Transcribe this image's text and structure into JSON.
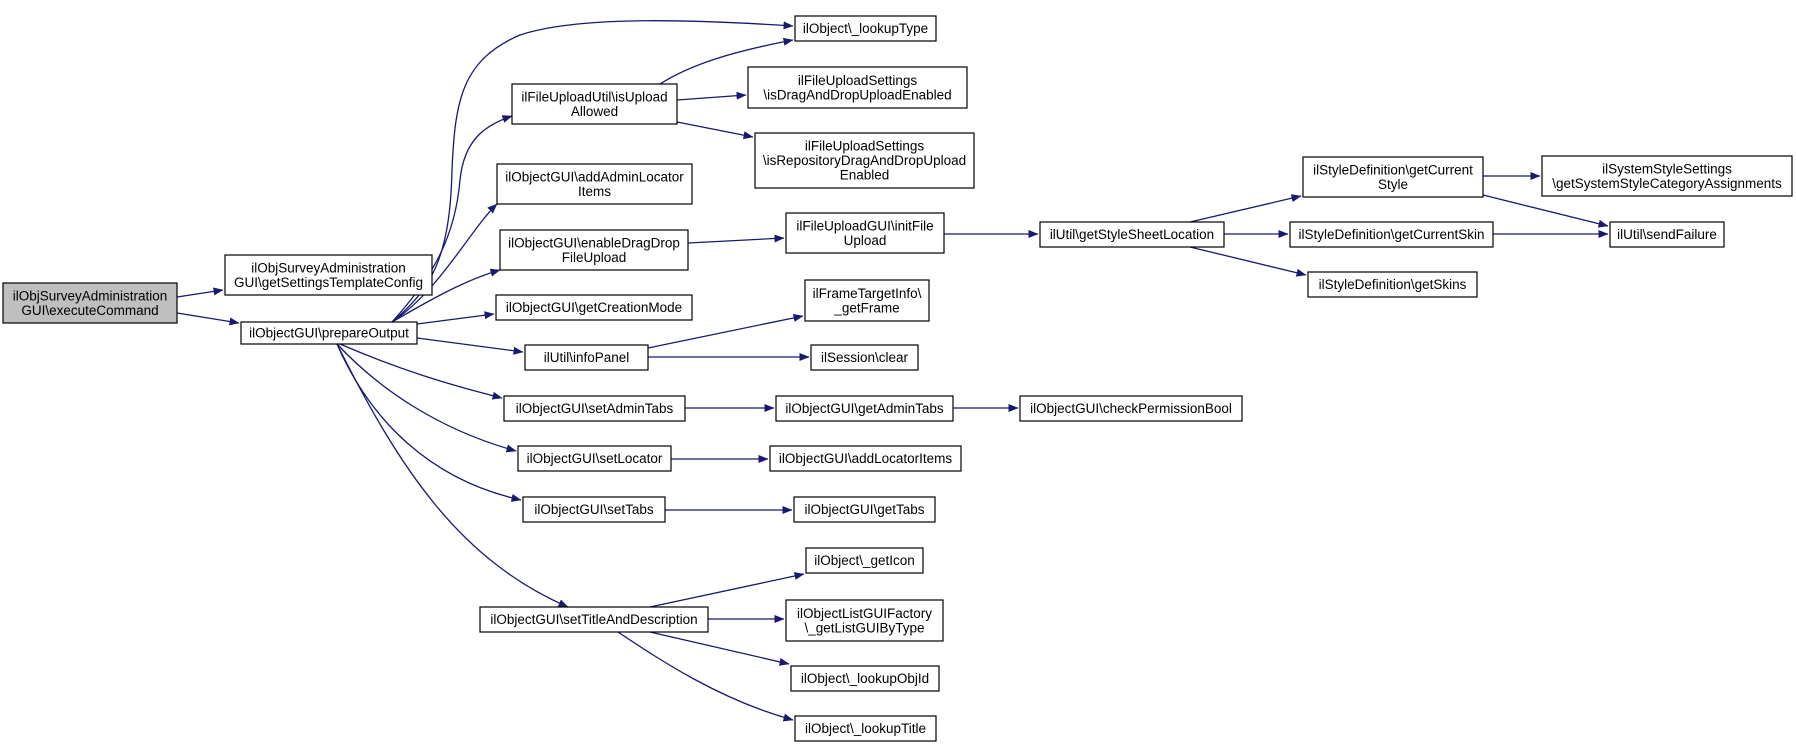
{
  "diagram": {
    "colors": {
      "edge": "#191970",
      "node_border": "#000000",
      "root_fill": "#bfbfbf",
      "node_fill": "#ffffff"
    },
    "nodes": [
      {
        "id": "root",
        "lines": [
          "ilObjSurveyAdministration",
          "GUI\\executeCommand"
        ],
        "root": true
      },
      {
        "id": "settingsTpl",
        "lines": [
          "ilObjSurveyAdministration",
          "GUI\\getSettingsTemplateConfig"
        ]
      },
      {
        "id": "prepareOutput",
        "lines": [
          "ilObjectGUI\\prepareOutput"
        ]
      },
      {
        "id": "lookupType",
        "lines": [
          "ilObject\\_lookupType"
        ]
      },
      {
        "id": "isUploadAllowed",
        "lines": [
          "ilFileUploadUtil\\isUpload",
          "Allowed"
        ]
      },
      {
        "id": "isDragDropEnabled",
        "lines": [
          "ilFileUploadSettings",
          "\\isDragAndDropUploadEnabled"
        ]
      },
      {
        "id": "isRepoDragDrop",
        "lines": [
          "ilFileUploadSettings",
          "\\isRepositoryDragAndDropUpload",
          "Enabled"
        ]
      },
      {
        "id": "addAdminLocator",
        "lines": [
          "ilObjectGUI\\addAdminLocator",
          "Items"
        ]
      },
      {
        "id": "enableDragDrop",
        "lines": [
          "ilObjectGUI\\enableDragDrop",
          "FileUpload"
        ]
      },
      {
        "id": "initFileUpload",
        "lines": [
          "ilFileUploadGUI\\initFile",
          "Upload"
        ]
      },
      {
        "id": "getStyleSheet",
        "lines": [
          "ilUtil\\getStyleSheetLocation"
        ]
      },
      {
        "id": "getCurrentStyle",
        "lines": [
          "ilStyleDefinition\\getCurrent",
          "Style"
        ]
      },
      {
        "id": "getSysStyleCat",
        "lines": [
          "ilSystemStyleSettings",
          "\\getSystemStyleCategoryAssignments"
        ]
      },
      {
        "id": "getCurrentSkin",
        "lines": [
          "ilStyleDefinition\\getCurrentSkin"
        ]
      },
      {
        "id": "sendFailure",
        "lines": [
          "ilUtil\\sendFailure"
        ]
      },
      {
        "id": "getSkins",
        "lines": [
          "ilStyleDefinition\\getSkins"
        ]
      },
      {
        "id": "getCreationMode",
        "lines": [
          "ilObjectGUI\\getCreationMode"
        ]
      },
      {
        "id": "getFrame",
        "lines": [
          "ilFrameTargetInfo\\",
          "_getFrame"
        ]
      },
      {
        "id": "infoPanel",
        "lines": [
          "ilUtil\\infoPanel"
        ]
      },
      {
        "id": "sessionClear",
        "lines": [
          "ilSession\\clear"
        ]
      },
      {
        "id": "setAdminTabs",
        "lines": [
          "ilObjectGUI\\setAdminTabs"
        ]
      },
      {
        "id": "getAdminTabs",
        "lines": [
          "ilObjectGUI\\getAdminTabs"
        ]
      },
      {
        "id": "checkPerm",
        "lines": [
          "ilObjectGUI\\checkPermissionBool"
        ]
      },
      {
        "id": "setLocator",
        "lines": [
          "ilObjectGUI\\setLocator"
        ]
      },
      {
        "id": "addLocatorItems",
        "lines": [
          "ilObjectGUI\\addLocatorItems"
        ]
      },
      {
        "id": "setTabs",
        "lines": [
          "ilObjectGUI\\setTabs"
        ]
      },
      {
        "id": "getTabs",
        "lines": [
          "ilObjectGUI\\getTabs"
        ]
      },
      {
        "id": "getIcon",
        "lines": [
          "ilObject\\_getIcon"
        ]
      },
      {
        "id": "setTitleDesc",
        "lines": [
          "ilObjectGUI\\setTitleAndDescription"
        ]
      },
      {
        "id": "getListGUI",
        "lines": [
          "ilObjectListGUIFactory",
          "\\_getListGUIByType"
        ]
      },
      {
        "id": "lookupObjId",
        "lines": [
          "ilObject\\_lookupObjId"
        ]
      },
      {
        "id": "lookupTitle",
        "lines": [
          "ilObject\\_lookupTitle"
        ]
      }
    ],
    "edges": [
      {
        "from": "root",
        "to": "settingsTpl"
      },
      {
        "from": "root",
        "to": "prepareOutput"
      },
      {
        "from": "prepareOutput",
        "to": "lookupType"
      },
      {
        "from": "prepareOutput",
        "to": "isUploadAllowed"
      },
      {
        "from": "prepareOutput",
        "to": "addAdminLocator"
      },
      {
        "from": "prepareOutput",
        "to": "enableDragDrop"
      },
      {
        "from": "prepareOutput",
        "to": "getCreationMode"
      },
      {
        "from": "prepareOutput",
        "to": "infoPanel"
      },
      {
        "from": "prepareOutput",
        "to": "setAdminTabs"
      },
      {
        "from": "prepareOutput",
        "to": "setLocator"
      },
      {
        "from": "prepareOutput",
        "to": "setTabs"
      },
      {
        "from": "prepareOutput",
        "to": "setTitleDesc"
      },
      {
        "from": "isUploadAllowed",
        "to": "lookupType"
      },
      {
        "from": "isUploadAllowed",
        "to": "isDragDropEnabled"
      },
      {
        "from": "isUploadAllowed",
        "to": "isRepoDragDrop"
      },
      {
        "from": "enableDragDrop",
        "to": "initFileUpload"
      },
      {
        "from": "initFileUpload",
        "to": "getStyleSheet"
      },
      {
        "from": "getStyleSheet",
        "to": "getCurrentStyle"
      },
      {
        "from": "getStyleSheet",
        "to": "getCurrentSkin"
      },
      {
        "from": "getStyleSheet",
        "to": "getSkins"
      },
      {
        "from": "getCurrentStyle",
        "to": "getSysStyleCat"
      },
      {
        "from": "getCurrentStyle",
        "to": "sendFailure"
      },
      {
        "from": "getCurrentSkin",
        "to": "sendFailure"
      },
      {
        "from": "infoPanel",
        "to": "getFrame"
      },
      {
        "from": "infoPanel",
        "to": "sessionClear"
      },
      {
        "from": "setAdminTabs",
        "to": "getAdminTabs"
      },
      {
        "from": "getAdminTabs",
        "to": "checkPerm"
      },
      {
        "from": "setLocator",
        "to": "addLocatorItems"
      },
      {
        "from": "setTabs",
        "to": "getTabs"
      },
      {
        "from": "setTitleDesc",
        "to": "getIcon"
      },
      {
        "from": "setTitleDesc",
        "to": "getListGUI"
      },
      {
        "from": "setTitleDesc",
        "to": "lookupObjId"
      },
      {
        "from": "setTitleDesc",
        "to": "lookupTitle"
      }
    ]
  }
}
